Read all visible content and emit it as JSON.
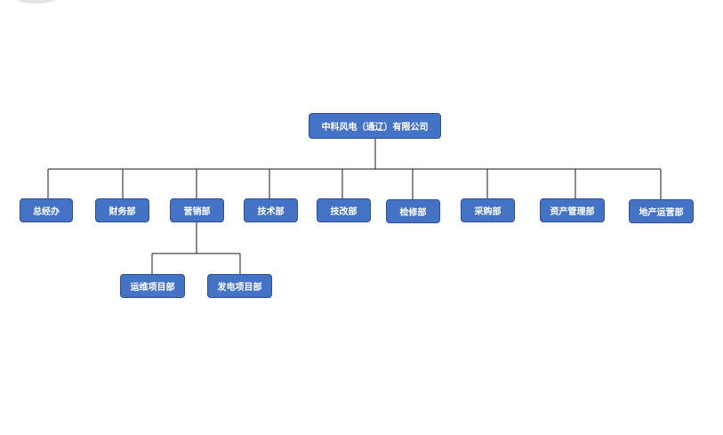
{
  "org_chart": {
    "root": {
      "label": "中科风电（通辽）有限公司"
    },
    "departments": [
      {
        "id": "general-office",
        "label": "总经办"
      },
      {
        "id": "finance",
        "label": "财务部"
      },
      {
        "id": "marketing",
        "label": "营销部"
      },
      {
        "id": "technology",
        "label": "技术部"
      },
      {
        "id": "tech-renovation",
        "label": "技改部"
      },
      {
        "id": "maintenance",
        "label": "检修部"
      },
      {
        "id": "procurement",
        "label": "采购部"
      },
      {
        "id": "asset-management",
        "label": "资产管理部"
      },
      {
        "id": "real-estate-operations",
        "label": "地产运营部"
      }
    ],
    "marketing_subunits": [
      {
        "id": "om-projects",
        "label": "运维项目部"
      },
      {
        "id": "power-projects",
        "label": "发电项目部"
      }
    ]
  }
}
